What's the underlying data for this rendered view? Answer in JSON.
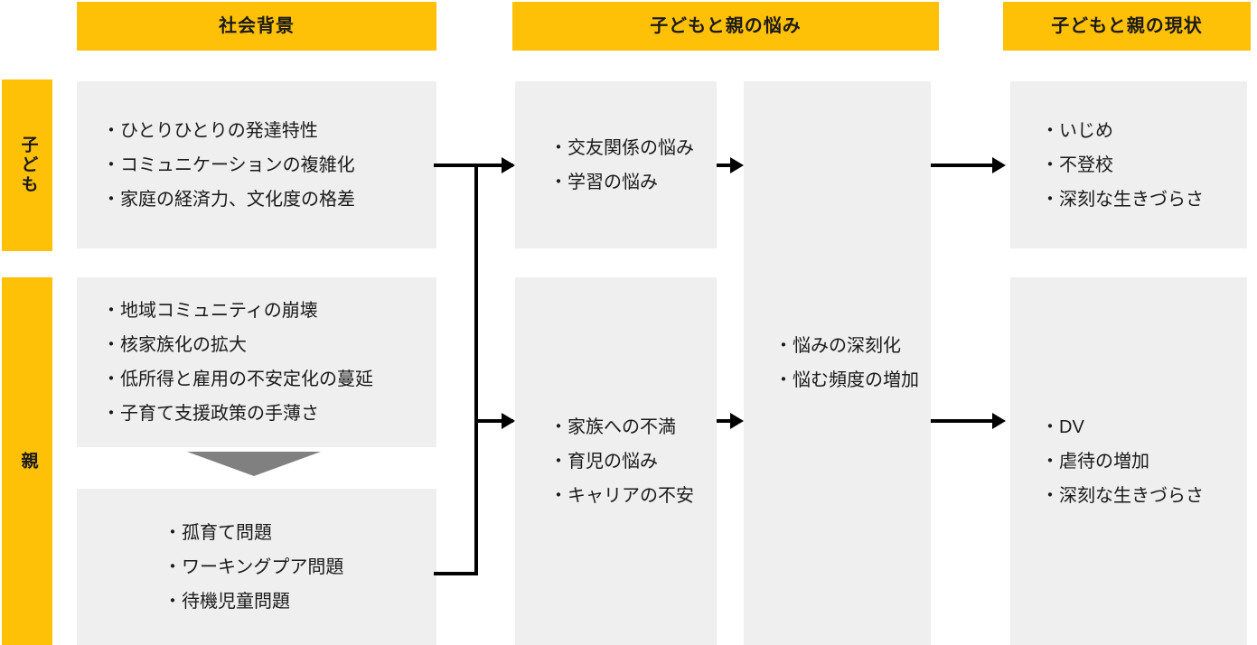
{
  "colors": {
    "accent": "#FFC107",
    "panel": "#EFEFEF",
    "triangle": "#808080",
    "connector": "#000000",
    "text": "#1A1A1A"
  },
  "headers": [
    {
      "label": "社会背景"
    },
    {
      "label": "子どもと親の悩み"
    },
    {
      "label": "子どもと親の現状"
    }
  ],
  "roles": [
    {
      "label": "子ども"
    },
    {
      "label": "親"
    }
  ],
  "panels": {
    "background_child": {
      "items": [
        "・ひとりひとりの発達特性",
        "・コミュニケーションの複雑化",
        "・家庭の経済力、文化度の格差"
      ]
    },
    "background_parent": {
      "items": [
        "・地域コミュニティの崩壊",
        "・核家族化の拡大",
        "・低所得と雇用の不安定化の蔓延",
        "・子育て支援政策の手薄さ"
      ]
    },
    "background_parent_secondary": {
      "items": [
        "・孤育て問題",
        "・ワーキングプア問題",
        "・待機児童問題"
      ]
    },
    "worries_child": {
      "items": [
        "・交友関係の悩み",
        "・学習の悩み"
      ]
    },
    "worries_parent": {
      "items": [
        "・家族への不満",
        "・育児の悩み",
        "・キャリアの不安"
      ]
    },
    "worries_shared": {
      "items": [
        "・悩みの深刻化",
        "・悩む頻度の増加"
      ]
    },
    "status_child": {
      "items": [
        "・いじめ",
        "・不登校",
        "・深刻な生きづらさ"
      ]
    },
    "status_parent": {
      "items": [
        "・DV",
        "・虐待の増加",
        "・深刻な生きづらさ"
      ]
    }
  }
}
